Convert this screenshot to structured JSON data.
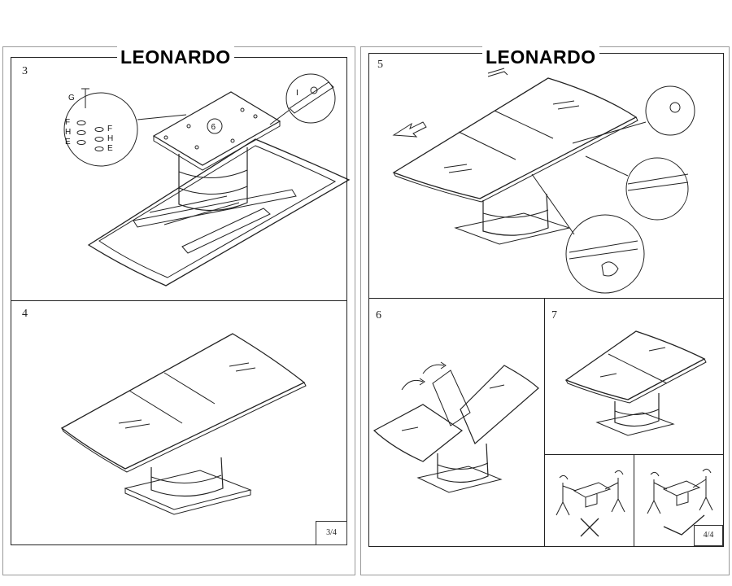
{
  "left_page": {
    "brand": "LEONARDO",
    "page_number": "3/4",
    "panels": [
      {
        "step": "3",
        "labels": {
          "hw_g": "G",
          "hw_f": "F",
          "hw_h": "H",
          "hw_e": "E",
          "hw_f2": "F",
          "hw_h2": "H",
          "hw_e2": "E",
          "plate_num": "6",
          "detail_i": "I"
        }
      },
      {
        "step": "4"
      }
    ]
  },
  "right_page": {
    "brand": "LEONARDO",
    "page_number": "4/4",
    "panels": [
      {
        "step": "5"
      },
      {
        "step": "6"
      },
      {
        "step": "7"
      }
    ]
  }
}
